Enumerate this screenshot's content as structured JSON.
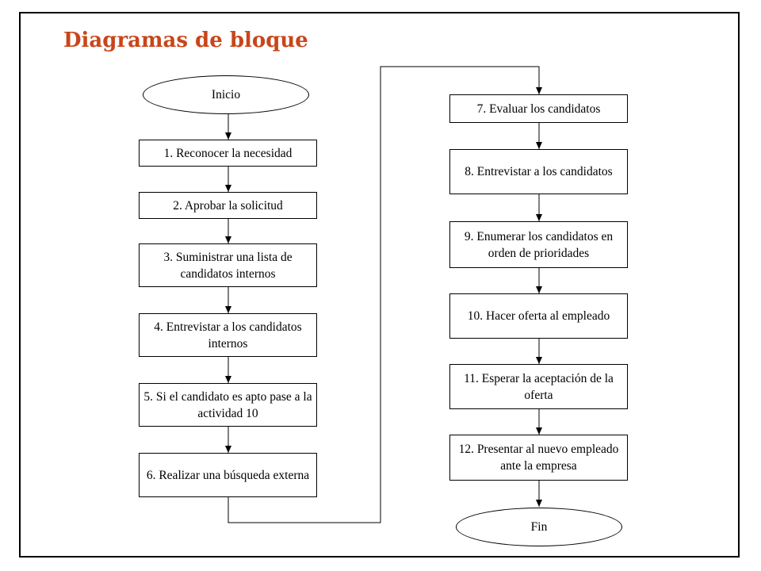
{
  "title": "Diagramas de bloque",
  "start": "Inicio",
  "end": "Fin",
  "steps_left": [
    "1. Reconocer la necesidad",
    "2. Aprobar la solicitud",
    "3. Suministrar una lista de candidatos internos",
    "4. Entrevistar a los candidatos internos",
    "5. Si el candidato es apto pase a la actividad 10",
    "6. Realizar una búsqueda externa"
  ],
  "steps_right": [
    "7. Evaluar los candidatos",
    "8. Entrevistar a los candidatos",
    "9. Enumerar los candidatos en orden de prioridades",
    "10. Hacer oferta al empleado",
    "11. Esperar la aceptación de la oferta",
    "12. Presentar al nuevo empleado ante la empresa"
  ]
}
